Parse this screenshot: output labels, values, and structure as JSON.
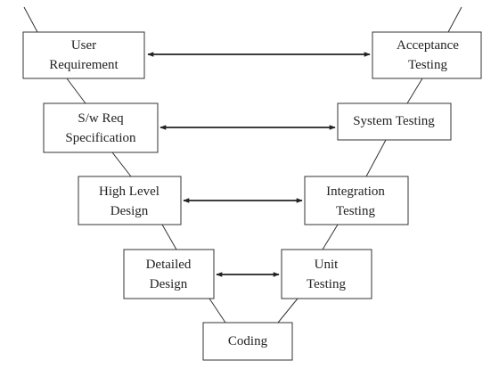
{
  "diagram": {
    "left_stages": [
      {
        "line1": "User",
        "line2": "Requirement"
      },
      {
        "line1": "S/w Req",
        "line2": "Specification"
      },
      {
        "line1": "High Level",
        "line2": "Design"
      },
      {
        "line1": "Detailed",
        "line2": "Design"
      }
    ],
    "right_stages": [
      {
        "line1": "Acceptance",
        "line2": "Testing"
      },
      {
        "line1": "System Testing"
      },
      {
        "line1": "Integration",
        "line2": "Testing"
      },
      {
        "line1": "Unit",
        "line2": "Testing"
      }
    ],
    "bottom_stage": {
      "line1": "Coding"
    }
  }
}
